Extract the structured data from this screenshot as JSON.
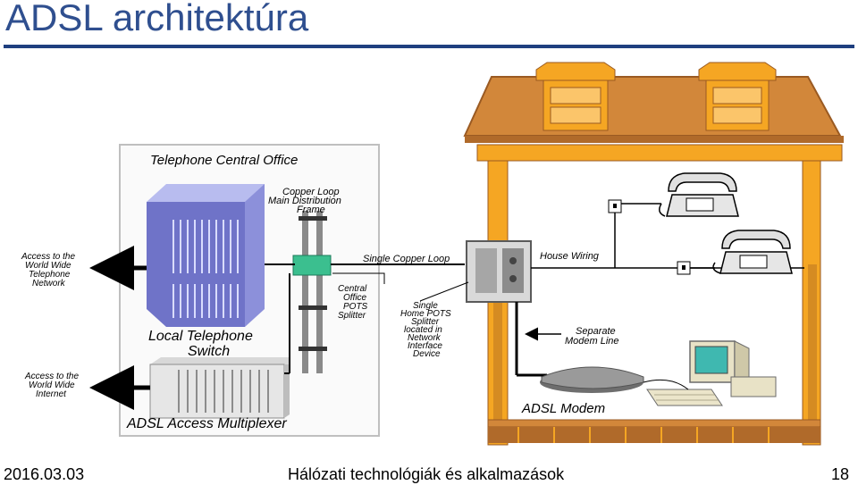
{
  "slide": {
    "title": "ADSL architektúra",
    "footer_date": "2016.03.03",
    "footer_center": "Hálózati technológiák és alkalmazások",
    "page_number": "18"
  },
  "diagram": {
    "central_office_title": "Telephone Central Office",
    "mdf_label": [
      "Copper Loop",
      "Main Distribution",
      "Frame"
    ],
    "telephone_network_label": [
      "Access to the",
      "World Wide",
      "Telephone",
      "Network"
    ],
    "internet_label": [
      "Access to the",
      "World Wide",
      "Internet"
    ],
    "local_switch_label": [
      "Local Telephone",
      "Switch"
    ],
    "dslam_label": "ADSL Access Multiplexer",
    "co_splitter_label": [
      "Central",
      "Office",
      "POTS",
      "Splitter"
    ],
    "copper_loop_label": "Single Copper Loop",
    "home_splitter_label": [
      "Single",
      "Home POTS",
      "Splitter",
      "located in",
      "Network",
      "Interface",
      "Device"
    ],
    "house_wiring_label": "House Wiring",
    "modem_line_label": [
      "Separate",
      "Modem Line"
    ],
    "adsl_modem_label": "ADSL Modem"
  },
  "colors": {
    "title": "#2f4f8f",
    "rule": "#1f3f7f",
    "house_roof": "#d2873a",
    "house_wall": "#f5a623",
    "house_dark": "#9a5a22",
    "switch": "#7b7fd0",
    "splitter_green": "#3bbf8f"
  }
}
